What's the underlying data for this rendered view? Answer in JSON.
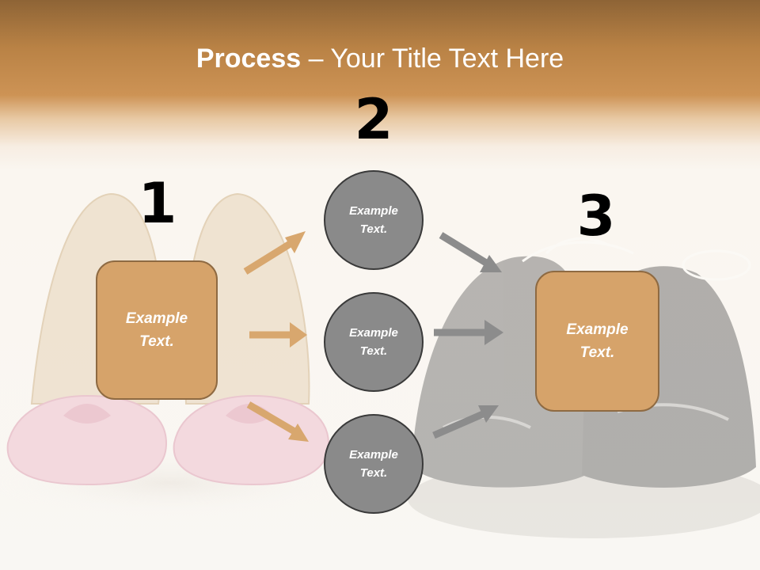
{
  "title": {
    "bold": "Process",
    "rest": " – Your Title Text Here"
  },
  "steps": {
    "one": {
      "number": "1",
      "label": "Example Text."
    },
    "two": {
      "number": "2",
      "items": [
        "Example Text.",
        "Example Text.",
        "Example Text."
      ]
    },
    "three": {
      "number": "3",
      "label": "Example Text."
    }
  },
  "colors": {
    "header": "#c58c4e",
    "box": "#d6a36a",
    "circle": "#8a8a8a",
    "arrow_left": "#d8a76e",
    "arrow_right": "#8c8c8c"
  }
}
